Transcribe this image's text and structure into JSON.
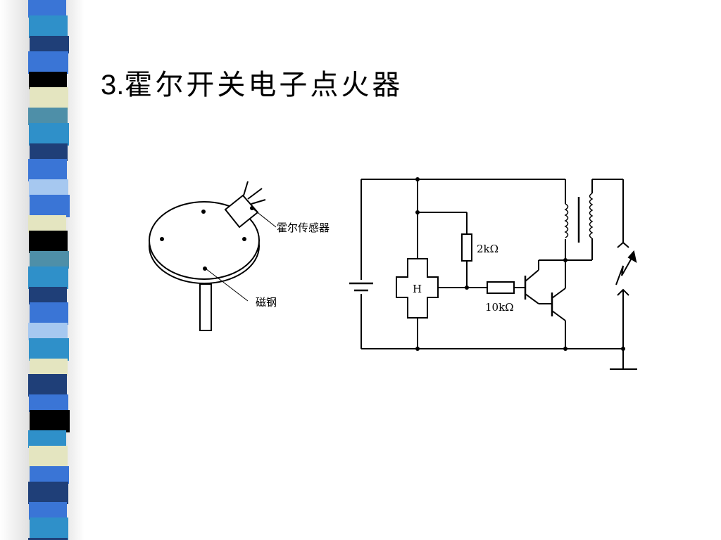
{
  "slide": {
    "title_number": "3.",
    "title_text": "霍尔开关电子点火器"
  },
  "diagram": {
    "hall_sensor_label": "霍尔传感器",
    "magnet_label": "磁钢",
    "hall_element_label": "H",
    "resistor_2k_label": "2kΩ",
    "resistor_10k_label": "10kΩ"
  },
  "colors": {
    "stripe_palette": [
      "#3a75d6",
      "#1f3f78",
      "#000000",
      "#e4e5c0",
      "#2f90c9",
      "#4e8fa8",
      "#a6c8f0"
    ]
  }
}
